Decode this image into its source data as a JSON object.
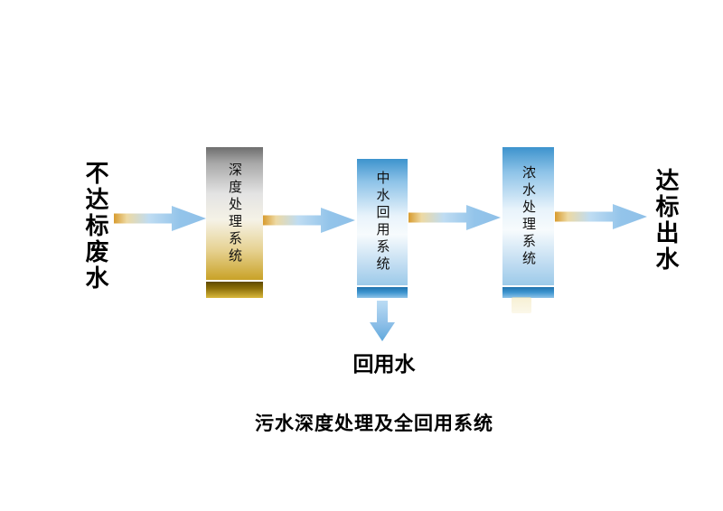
{
  "diagram": {
    "input_label": "不达标废水",
    "boxes": [
      {
        "label": "深度处理系统",
        "theme": "gold"
      },
      {
        "label": "中水回用系统",
        "theme": "blue"
      },
      {
        "label": "浓水处理系统",
        "theme": "blue"
      }
    ],
    "output_label": "达标出水",
    "reuse_water_label": "回用水",
    "caption": "污水深度处理及全回用系统",
    "colors": {
      "arrow_gold": "#d89b2e",
      "arrow_blue_light": "#bfdcf2",
      "arrow_blue": "#8fc0e8",
      "box_gold": "#c9a227",
      "box_blue": "#3f96d0"
    }
  }
}
